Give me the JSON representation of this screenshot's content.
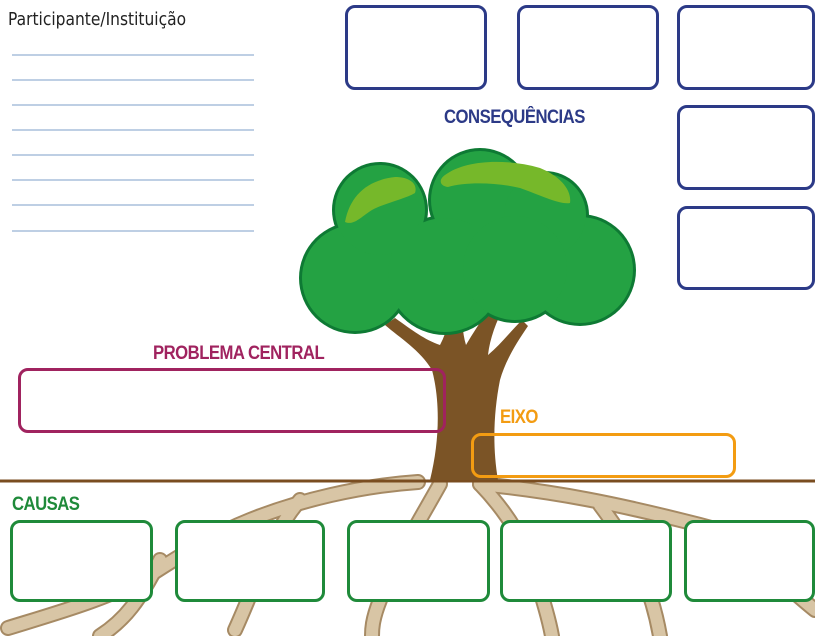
{
  "participant": {
    "label": "Participante/Instituição",
    "line_count": 8
  },
  "sections": {
    "consequences": {
      "label": "CONSEQUÊNCIAS",
      "color": "#2c3a87",
      "box_count": 5
    },
    "central_problem": {
      "label": "PROBLEMA CENTRAL",
      "color": "#a0235f",
      "box_count": 1
    },
    "axis": {
      "label": "EIXO",
      "color": "#f39c12",
      "box_count": 1
    },
    "causes": {
      "label": "CAUSAS",
      "color": "#1f8a3a",
      "box_count": 5
    }
  },
  "colors": {
    "note_line": "#a8bfdc",
    "ground_line": "#7a4d20",
    "trunk": "#7b5426",
    "canopy_dark": "#0e7a34",
    "canopy": "#24a243",
    "canopy_highlight": "#76b82a",
    "roots": "#d8c5a5",
    "roots_edge": "#a68a64"
  },
  "illustration": {
    "name": "problem-tree"
  }
}
